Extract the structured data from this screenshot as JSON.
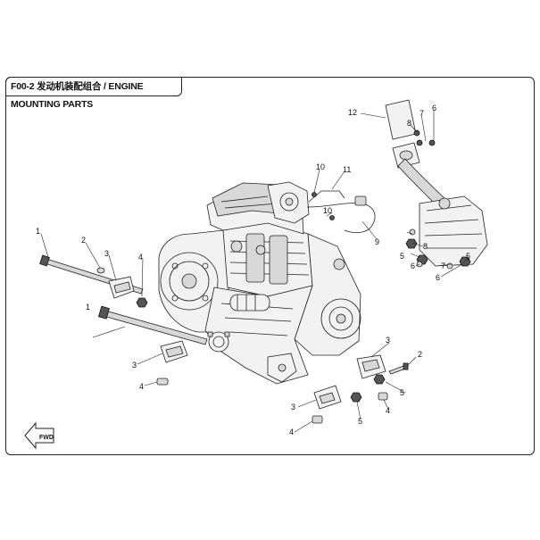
{
  "header": {
    "title": "F00-2 发动机装配组合 / ENGINE MOUNTING PARTS"
  },
  "fwd_label": "FWD",
  "callouts": [
    {
      "id": "c1a",
      "text": "1"
    },
    {
      "id": "c1b",
      "text": "1"
    },
    {
      "id": "c2a",
      "text": "2"
    },
    {
      "id": "c2b",
      "text": "2"
    },
    {
      "id": "c3a",
      "text": "3"
    },
    {
      "id": "c3b",
      "text": "3"
    },
    {
      "id": "c3c",
      "text": "3"
    },
    {
      "id": "c3d",
      "text": "3"
    },
    {
      "id": "c4a",
      "text": "4"
    },
    {
      "id": "c4b",
      "text": "4"
    },
    {
      "id": "c4c",
      "text": "4"
    },
    {
      "id": "c4d",
      "text": "4"
    },
    {
      "id": "c5a",
      "text": "5"
    },
    {
      "id": "c5b",
      "text": "5"
    },
    {
      "id": "c5c",
      "text": "5"
    },
    {
      "id": "c5d",
      "text": "5"
    },
    {
      "id": "c6a",
      "text": "6"
    },
    {
      "id": "c6b",
      "text": "6"
    },
    {
      "id": "c6c",
      "text": "6"
    },
    {
      "id": "c7a",
      "text": "7"
    },
    {
      "id": "c7b",
      "text": "7"
    },
    {
      "id": "c8a",
      "text": "8"
    },
    {
      "id": "c8b",
      "text": "8"
    },
    {
      "id": "c9",
      "text": "9"
    },
    {
      "id": "c10a",
      "text": "10"
    },
    {
      "id": "c10b",
      "text": "10"
    },
    {
      "id": "c11",
      "text": "11"
    },
    {
      "id": "c12",
      "text": "12"
    }
  ]
}
